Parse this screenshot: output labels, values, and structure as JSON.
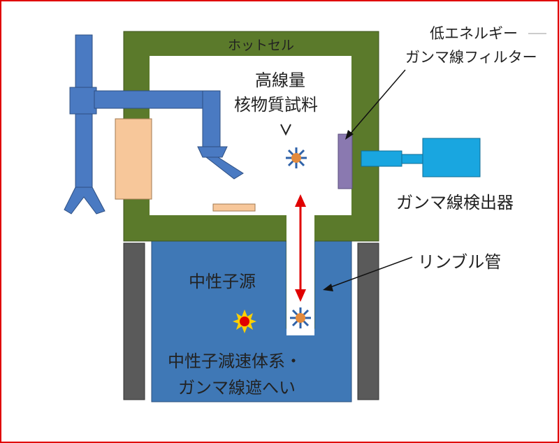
{
  "labels": {
    "hot_cell": "ホットセル",
    "sample_line1": "高線量",
    "sample_line2": "核物質試料",
    "filter_line1": "低エネルギー",
    "filter_line2": "ガンマ線フィルター",
    "detector": "ガンマ線検出器",
    "rabbit_tube": "リンブル管",
    "neutron_source": "中性子源",
    "moderator_line1": "中性子減速体系・",
    "moderator_line2": "ガンマ線遮へい"
  },
  "colors": {
    "frame_border": "#e00000",
    "cell_wall": "#5b7a2b",
    "cell_interior": "#ffffff",
    "moderator_water": "#3f78b6",
    "side_pillars": "#5a5a5a",
    "manipulator": "#4a7ac2",
    "window": "#f7c79a",
    "filter": "#8a79b0",
    "detector": "#19a6e0",
    "arrow_red": "#e00000",
    "sample_orange": "#e38a3c",
    "sample_spike": "#2f62a8",
    "source_red": "#e00000",
    "source_yellow": "#ffd000"
  }
}
